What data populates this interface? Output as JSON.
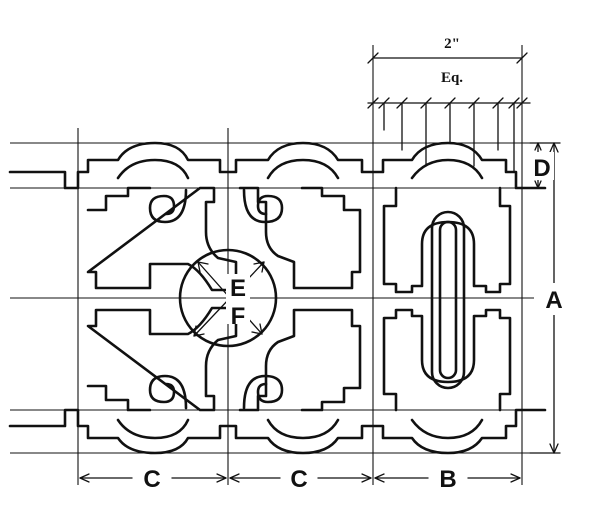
{
  "labels": {
    "a": "A",
    "b": "B",
    "c_left": "C",
    "c_right": "C",
    "d": "D",
    "e": "E",
    "f": "F",
    "overall": "2\"",
    "equal": "Eq."
  },
  "colors": {
    "ink": "#111111",
    "background": "#ffffff"
  }
}
